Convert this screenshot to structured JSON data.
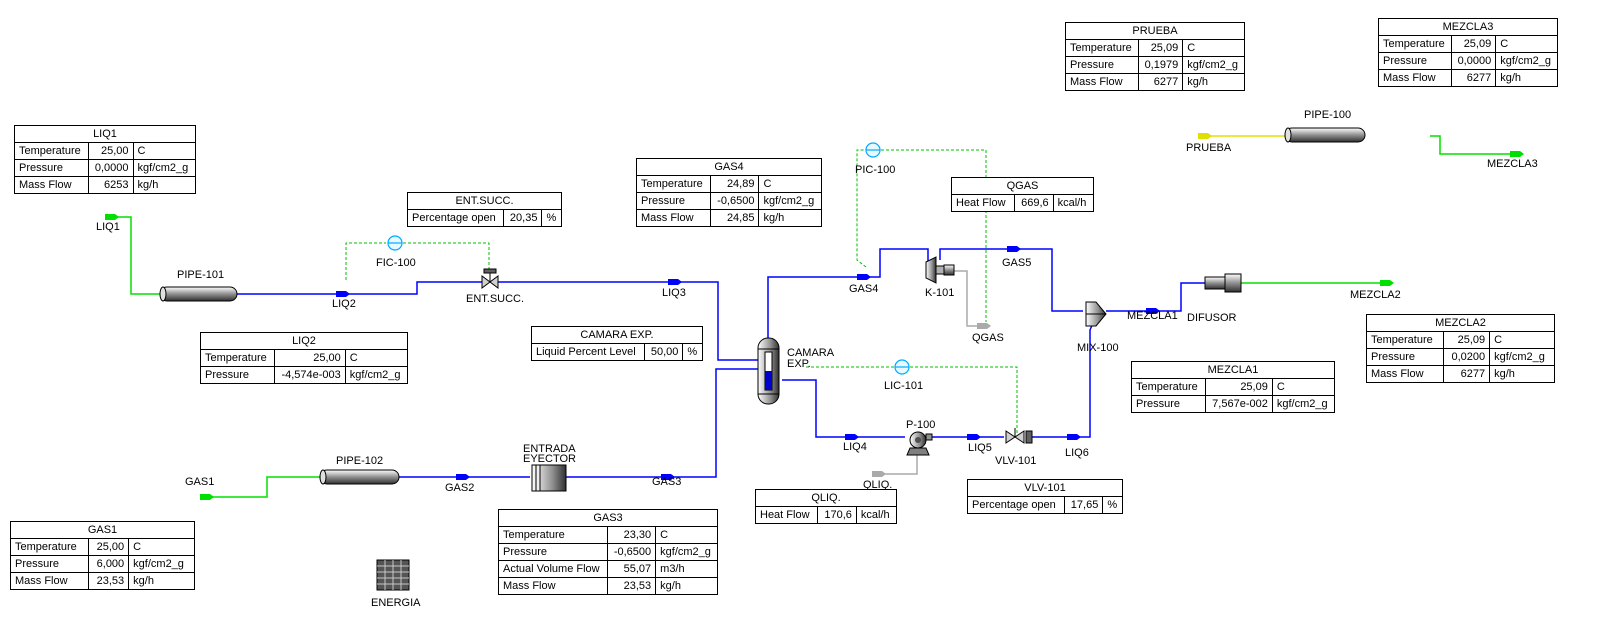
{
  "tables": {
    "liq1": {
      "title": "LIQ1",
      "rows": [
        [
          "Temperature",
          "25,00",
          "C"
        ],
        [
          "Pressure",
          "0,0000",
          "kgf/cm2_g"
        ],
        [
          "Mass Flow",
          "6253",
          "kg/h"
        ]
      ]
    },
    "liq2": {
      "title": "LIQ2",
      "rows": [
        [
          "Temperature",
          "25,00",
          "C"
        ],
        [
          "Pressure",
          "-4,574e-003",
          "kgf/cm2_g"
        ]
      ]
    },
    "entsucc": {
      "title": "ENT.SUCC.",
      "rows": [
        [
          "Percentage open",
          "20,35",
          "%"
        ]
      ]
    },
    "gas4": {
      "title": "GAS4",
      "rows": [
        [
          "Temperature",
          "24,89",
          "C"
        ],
        [
          "Pressure",
          "-0,6500",
          "kgf/cm2_g"
        ],
        [
          "Mass Flow",
          "24,85",
          "kg/h"
        ]
      ]
    },
    "camara": {
      "title": "CAMARA EXP.",
      "rows": [
        [
          "Liquid Percent Level",
          "50,00",
          "%"
        ]
      ]
    },
    "qgas": {
      "title": "QGAS",
      "rows": [
        [
          "Heat Flow",
          "669,6",
          "kcal/h"
        ]
      ]
    },
    "prueba": {
      "title": "PRUEBA",
      "rows": [
        [
          "Temperature",
          "25,09",
          "C"
        ],
        [
          "Pressure",
          "0,1979",
          "kgf/cm2_g"
        ],
        [
          "Mass Flow",
          "6277",
          "kg/h"
        ]
      ]
    },
    "mezcla3": {
      "title": "MEZCLA3",
      "rows": [
        [
          "Temperature",
          "25,09",
          "C"
        ],
        [
          "Pressure",
          "0,0000",
          "kgf/cm2_g"
        ],
        [
          "Mass Flow",
          "6277",
          "kg/h"
        ]
      ]
    },
    "mezcla2": {
      "title": "MEZCLA2",
      "rows": [
        [
          "Temperature",
          "25,09",
          "C"
        ],
        [
          "Pressure",
          "0,0200",
          "kgf/cm2_g"
        ],
        [
          "Mass Flow",
          "6277",
          "kg/h"
        ]
      ]
    },
    "mezcla1": {
      "title": "MEZCLA1",
      "rows": [
        [
          "Temperature",
          "25,09",
          "C"
        ],
        [
          "Pressure",
          "7,567e-002",
          "kgf/cm2_g"
        ]
      ]
    },
    "vlv101": {
      "title": "VLV-101",
      "rows": [
        [
          "Percentage open",
          "17,65",
          "%"
        ]
      ]
    },
    "qliq": {
      "title": "QLIQ.",
      "rows": [
        [
          "Heat Flow",
          "170,6",
          "kcal/h"
        ]
      ]
    },
    "gas3": {
      "title": "GAS3",
      "rows": [
        [
          "Temperature",
          "23,30",
          "C"
        ],
        [
          "Pressure",
          "-0,6500",
          "kgf/cm2_g"
        ],
        [
          "Actual Volume Flow",
          "55,07",
          "m3/h"
        ],
        [
          "Mass Flow",
          "23,53",
          "kg/h"
        ]
      ]
    },
    "gas1": {
      "title": "GAS1",
      "rows": [
        [
          "Temperature",
          "25,00",
          "C"
        ],
        [
          "Pressure",
          "6,000",
          "kgf/cm2_g"
        ],
        [
          "Mass Flow",
          "23,53",
          "kg/h"
        ]
      ]
    }
  },
  "labels": {
    "liq1": "LIQ1",
    "pipe101": "PIPE-101",
    "liq2": "LIQ2",
    "fic100": "FIC-100",
    "entsucc": "ENT.SUCC.",
    "liq3": "LIQ3",
    "pic100": "PIC-100",
    "gas4": "GAS4",
    "k101": "K-101",
    "gas5": "GAS5",
    "qgas": "QGAS",
    "camara1": "CAMARA",
    "camara2": "EXP.",
    "lic101": "LIC-101",
    "liq4": "LIQ4",
    "p100": "P-100",
    "liq5": "LIQ5",
    "vlv101": "VLV-101",
    "liq6": "LIQ6",
    "qliq": "QLIQ.",
    "mix100": "MIX-100",
    "mezcla1": "MEZCLA1",
    "difusor": "DIFUSOR",
    "mezcla2": "MEZCLA2",
    "prueba": "PRUEBA",
    "pipe100": "PIPE-100",
    "mezcla3": "MEZCLA3",
    "gas1": "GAS1",
    "pipe102": "PIPE-102",
    "gas2": "GAS2",
    "entrada1": "ENTRADA",
    "entrada2": "EYECTOR",
    "gas3": "GAS3",
    "energia": "ENERGIA"
  },
  "colors": {
    "material_stream": "#0000ff",
    "feed_stream": "#00e000",
    "signal_line": "#00c000",
    "energy_stream": "#aaaaaa",
    "prueba_stream": "#e0e000",
    "controller": "#00aaff"
  },
  "icons": [
    "pipe-segment-icon",
    "control-valve-icon",
    "separator-vessel-icon",
    "compressor-icon",
    "pump-icon",
    "mixer-icon",
    "diffuser-icon",
    "heat-exchanger-icon",
    "controller-icon",
    "spreadsheet-icon",
    "stream-arrow-icon"
  ]
}
